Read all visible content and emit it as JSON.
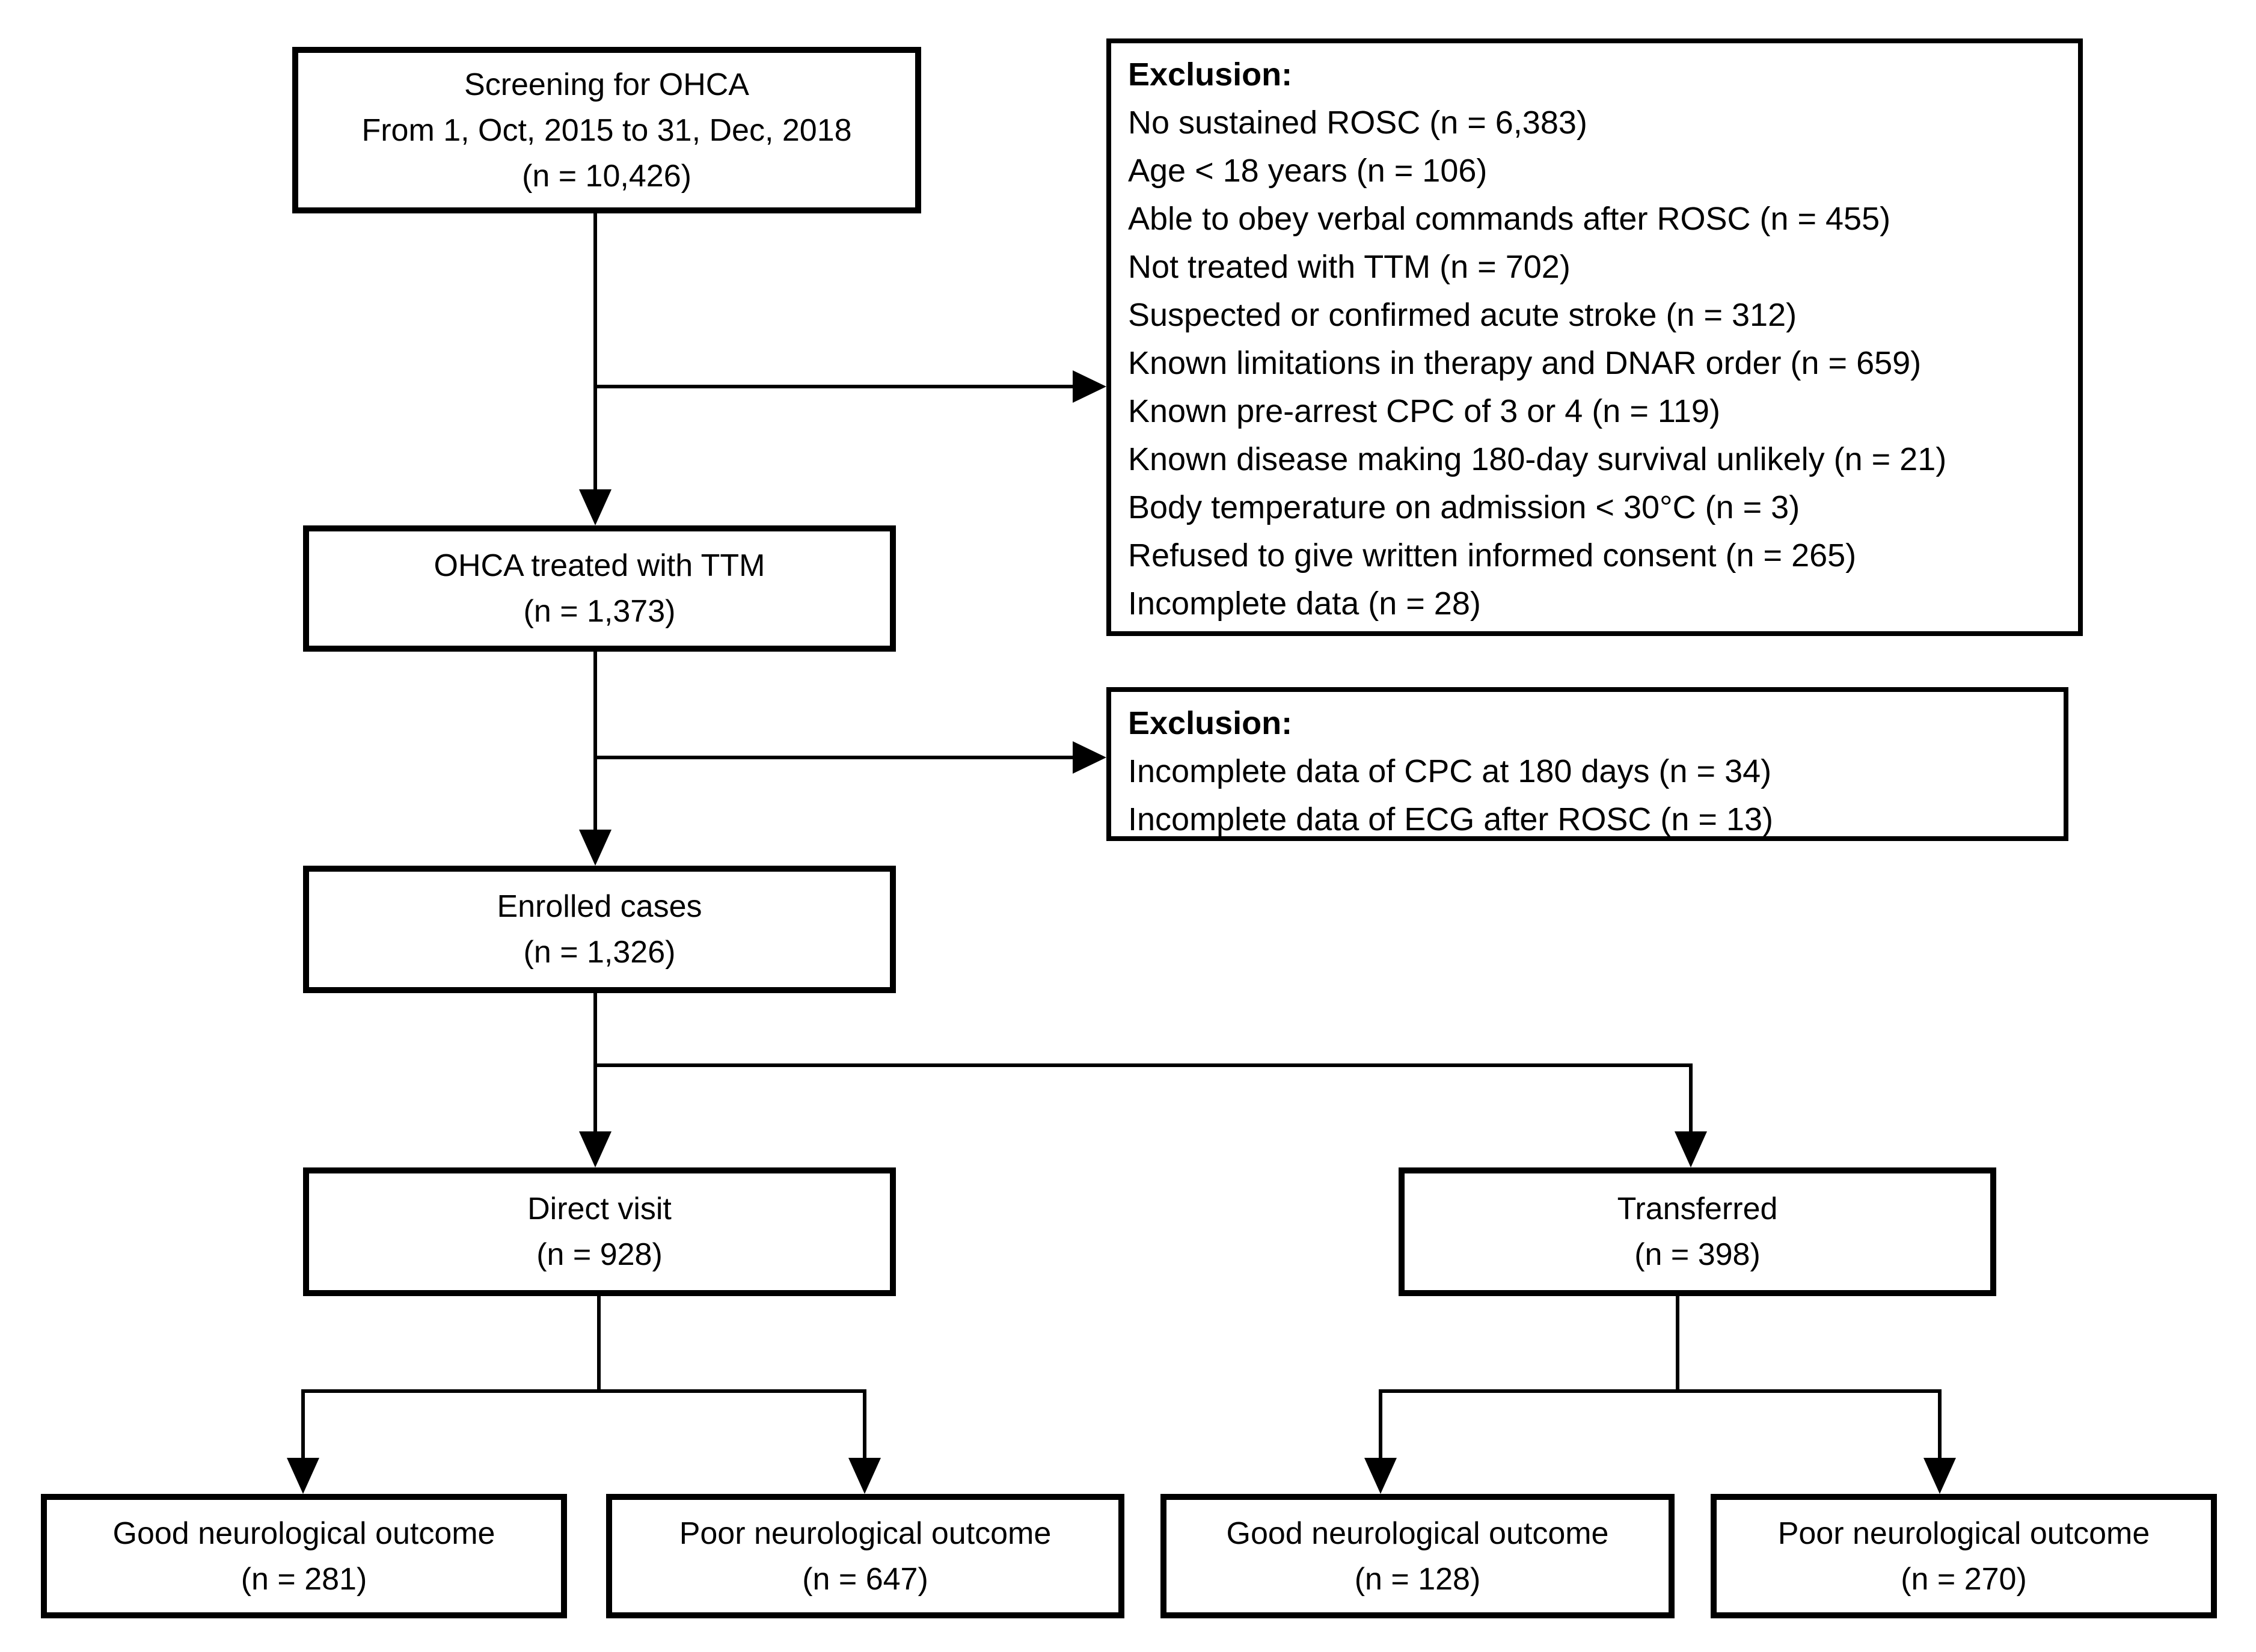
{
  "diagram_type": "patient-flow-diagram",
  "colors": {
    "ink": "#000000",
    "paper": "#ffffff"
  },
  "boxes": {
    "screening": {
      "lines": [
        "Screening for OHCA",
        "From 1, Oct, 2015 to 31, Dec, 2018",
        "(n = 10,426)"
      ]
    },
    "exclusion1": {
      "heading": "Exclusion:",
      "items": [
        "No sustained ROSC (n = 6,383)",
        "Age < 18 years (n = 106)",
        "Able to obey verbal commands after ROSC (n = 455)",
        "Not treated with TTM (n = 702)",
        "Suspected or confirmed acute stroke (n = 312)",
        "Known limitations in therapy and DNAR order (n = 659)",
        "Known pre-arrest CPC of 3 or 4 (n = 119)",
        "Known disease making 180-day survival unlikely (n = 21)",
        "Body temperature on admission < 30°C (n = 3)",
        "Refused to give written informed consent (n = 265)",
        "Incomplete data (n = 28)"
      ]
    },
    "ohca_ttm": {
      "lines": [
        "OHCA treated with TTM",
        "(n = 1,373)"
      ]
    },
    "exclusion2": {
      "heading": "Exclusion:",
      "items": [
        "Incomplete data of CPC at 180 days (n = 34)",
        "Incomplete data of ECG after ROSC (n = 13)"
      ]
    },
    "enrolled": {
      "lines": [
        "Enrolled cases",
        "(n = 1,326)"
      ]
    },
    "direct_visit": {
      "lines": [
        "Direct visit",
        "(n = 928)"
      ]
    },
    "transferred": {
      "lines": [
        "Transferred",
        "(n = 398)"
      ]
    },
    "good_direct": {
      "lines": [
        "Good neurological outcome",
        "(n = 281)"
      ]
    },
    "poor_direct": {
      "lines": [
        "Poor neurological outcome",
        "(n = 647)"
      ]
    },
    "good_transferred": {
      "lines": [
        "Good neurological outcome",
        "(n = 128)"
      ]
    },
    "poor_transferred": {
      "lines": [
        "Poor neurological outcome",
        "(n = 270)"
      ]
    }
  }
}
